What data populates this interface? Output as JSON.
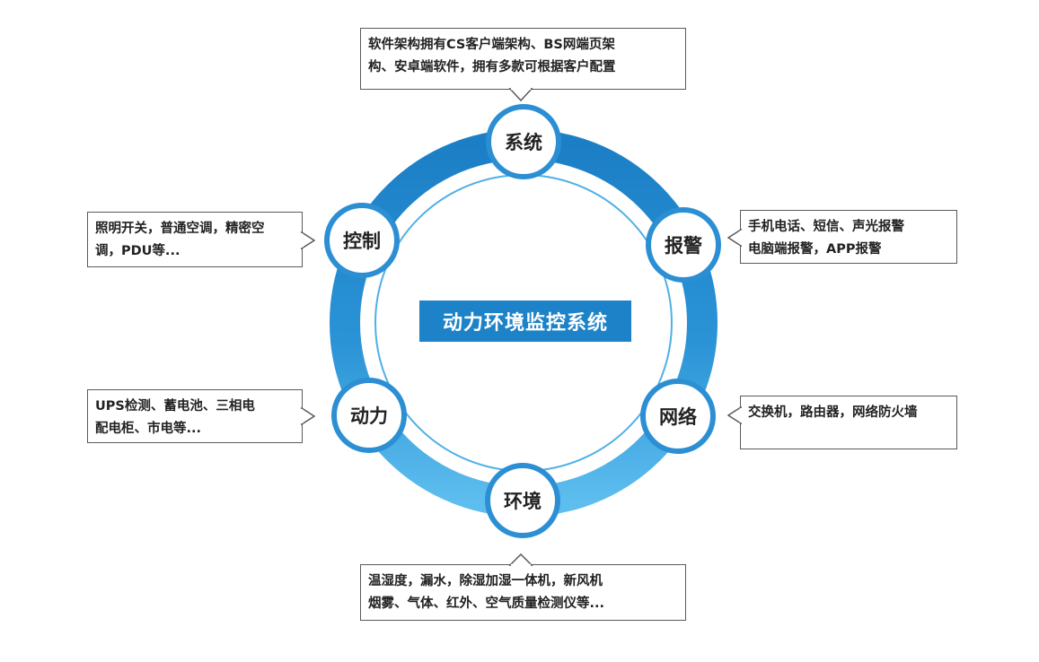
{
  "center_title": "动力环境监控系统",
  "colors": {
    "ring_dark": "#1c80c6",
    "ring_light": "#5cbcec",
    "accent": "#1d82c7"
  },
  "nodes": {
    "system": "系统",
    "alarm": "报警",
    "network": "网络",
    "environment": "环境",
    "power": "动力",
    "control": "控制"
  },
  "callouts": {
    "system": [
      "软件架构拥有CS客户端架构、BS网端页架",
      "构、安卓端软件，拥有多款可根据客户配置"
    ],
    "alarm": [
      "手机电话、短信、声光报警",
      "电脑端报警，APP报警"
    ],
    "network": [
      "交换机，路由器，网络防火墙"
    ],
    "environment": [
      "温湿度，漏水，除湿加湿一体机，新风机",
      "烟雾、气体、红外、空气质量检测仪等..."
    ],
    "power": [
      "UPS检测、蓄电池、三相电",
      "配电柜、市电等..."
    ],
    "control": [
      "照明开关，普通空调，精密空",
      "调，PDU等..."
    ]
  }
}
